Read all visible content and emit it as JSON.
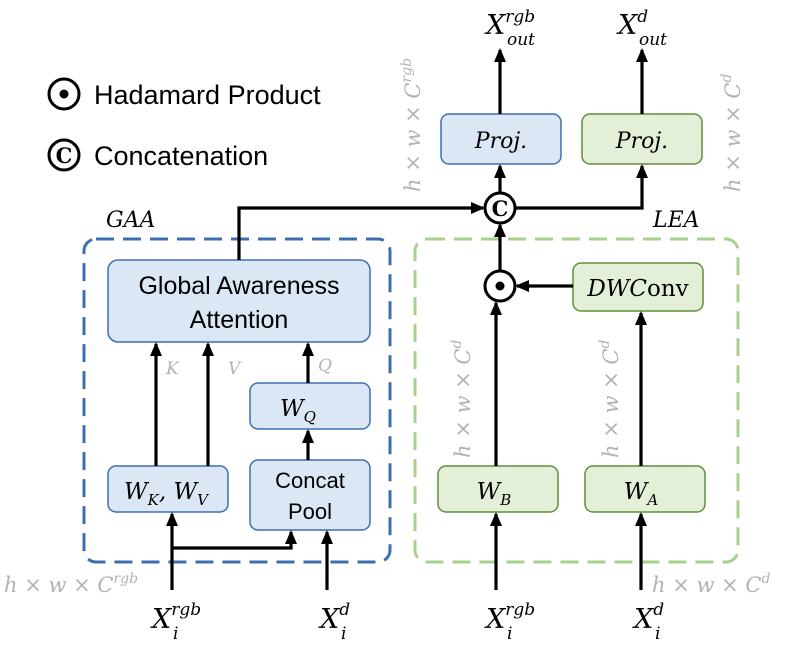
{
  "legend": {
    "hadamard_label": "Hadamard Product",
    "concat_label": "Concatenation",
    "hadamard_symbol": "•",
    "concat_symbol": "C"
  },
  "gaa": {
    "title": "GAA",
    "attention_line1": "Global Awareness",
    "attention_line2": "Attention",
    "k_label": "K",
    "v_label": "V",
    "q_label": "Q",
    "wq_main": "W",
    "wq_sub": "Q",
    "wkv_w1": "W",
    "wkv_sub1": "K",
    "wkv_comma": ", ",
    "wkv_w2": "W",
    "wkv_sub2": "V",
    "concat_line1": "Concat",
    "concat_line2": "Pool"
  },
  "lea": {
    "title": "LEA",
    "dwconv_italic": "DWC",
    "dwconv_rest": "onv",
    "wb_main": "W",
    "wb_sub": "B",
    "wa_main": "W",
    "wa_sub": "A"
  },
  "proj": {
    "rgb_label": "Proj.",
    "d_label": "Proj."
  },
  "outputs": {
    "rgb_base": "X",
    "rgb_sup": "rgb",
    "rgb_sub": "out",
    "d_base": "X",
    "d_sup": "d",
    "d_sub": "out"
  },
  "inputs": {
    "base": "X",
    "sub": "i",
    "rgb_sup": "rgb",
    "d_sup": "d"
  },
  "dims": {
    "hw": "h × w × C",
    "rgb_sup": "rgb",
    "d_sup": "d"
  },
  "colors": {
    "blue_fill": "#dbe7f4",
    "blue_stroke": "#3d6fb0",
    "green_fill": "#e4efd8",
    "green_stroke": "#5f8f3a",
    "dim_text": "#b3b3b3"
  }
}
